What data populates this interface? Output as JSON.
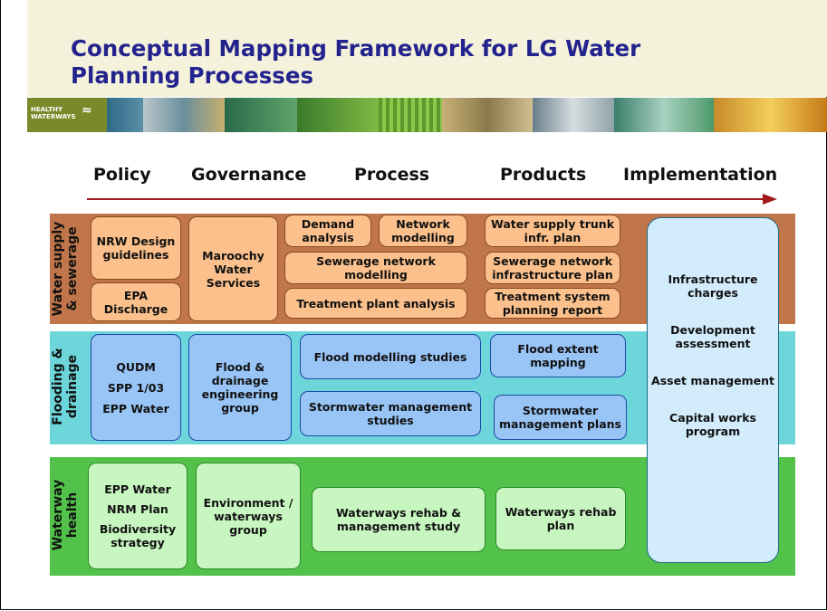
{
  "title": "Conceptual Mapping Framework for LG Water Planning Processes",
  "logo": {
    "line1": "HEALTHY",
    "line2": "WATERWAYS"
  },
  "columns": [
    "Policy",
    "Governance",
    "Process",
    "Products",
    "Implementation"
  ],
  "colors": {
    "title": "#23238e",
    "water_band": "#c0764a",
    "flood_band": "#6cd6da",
    "waterway_band": "#52c24a",
    "arrow": "#a01818"
  },
  "rows": {
    "water": {
      "label_line1": "Water supply",
      "label_line2": "& sewerage",
      "policy_1": "NRW Design guidelines",
      "policy_2": "EPA Discharge",
      "governance": "Maroochy Water Services",
      "process_1": "Demand analysis",
      "process_2": "Network modelling",
      "process_3": "Sewerage network modelling",
      "process_4": "Treatment plant analysis",
      "product_1": "Water supply trunk infr. plan",
      "product_2": "Sewerage network infrastructure plan",
      "product_3": "Treatment system planning report"
    },
    "flood": {
      "label_line1": "Flooding &",
      "label_line2": "drainage",
      "policy": [
        "QUDM",
        "SPP 1/03",
        "EPP Water"
      ],
      "governance": "Flood & drainage engineering group",
      "process_1": "Flood modelling studies",
      "process_2": "Stormwater management studies",
      "product_1": "Flood extent mapping",
      "product_2": "Stormwater management plans"
    },
    "waterway": {
      "label_line1": "Waterway",
      "label_line2": "health",
      "policy": [
        "EPP Water",
        "NRM Plan",
        "Biodiversity strategy"
      ],
      "governance": "Environment / waterways group",
      "process": "Waterways rehab & management study",
      "product": "Waterways rehab plan"
    }
  },
  "implementation": [
    "Infrastructure charges",
    "Development assessment",
    "Asset management",
    "Capital works program"
  ]
}
